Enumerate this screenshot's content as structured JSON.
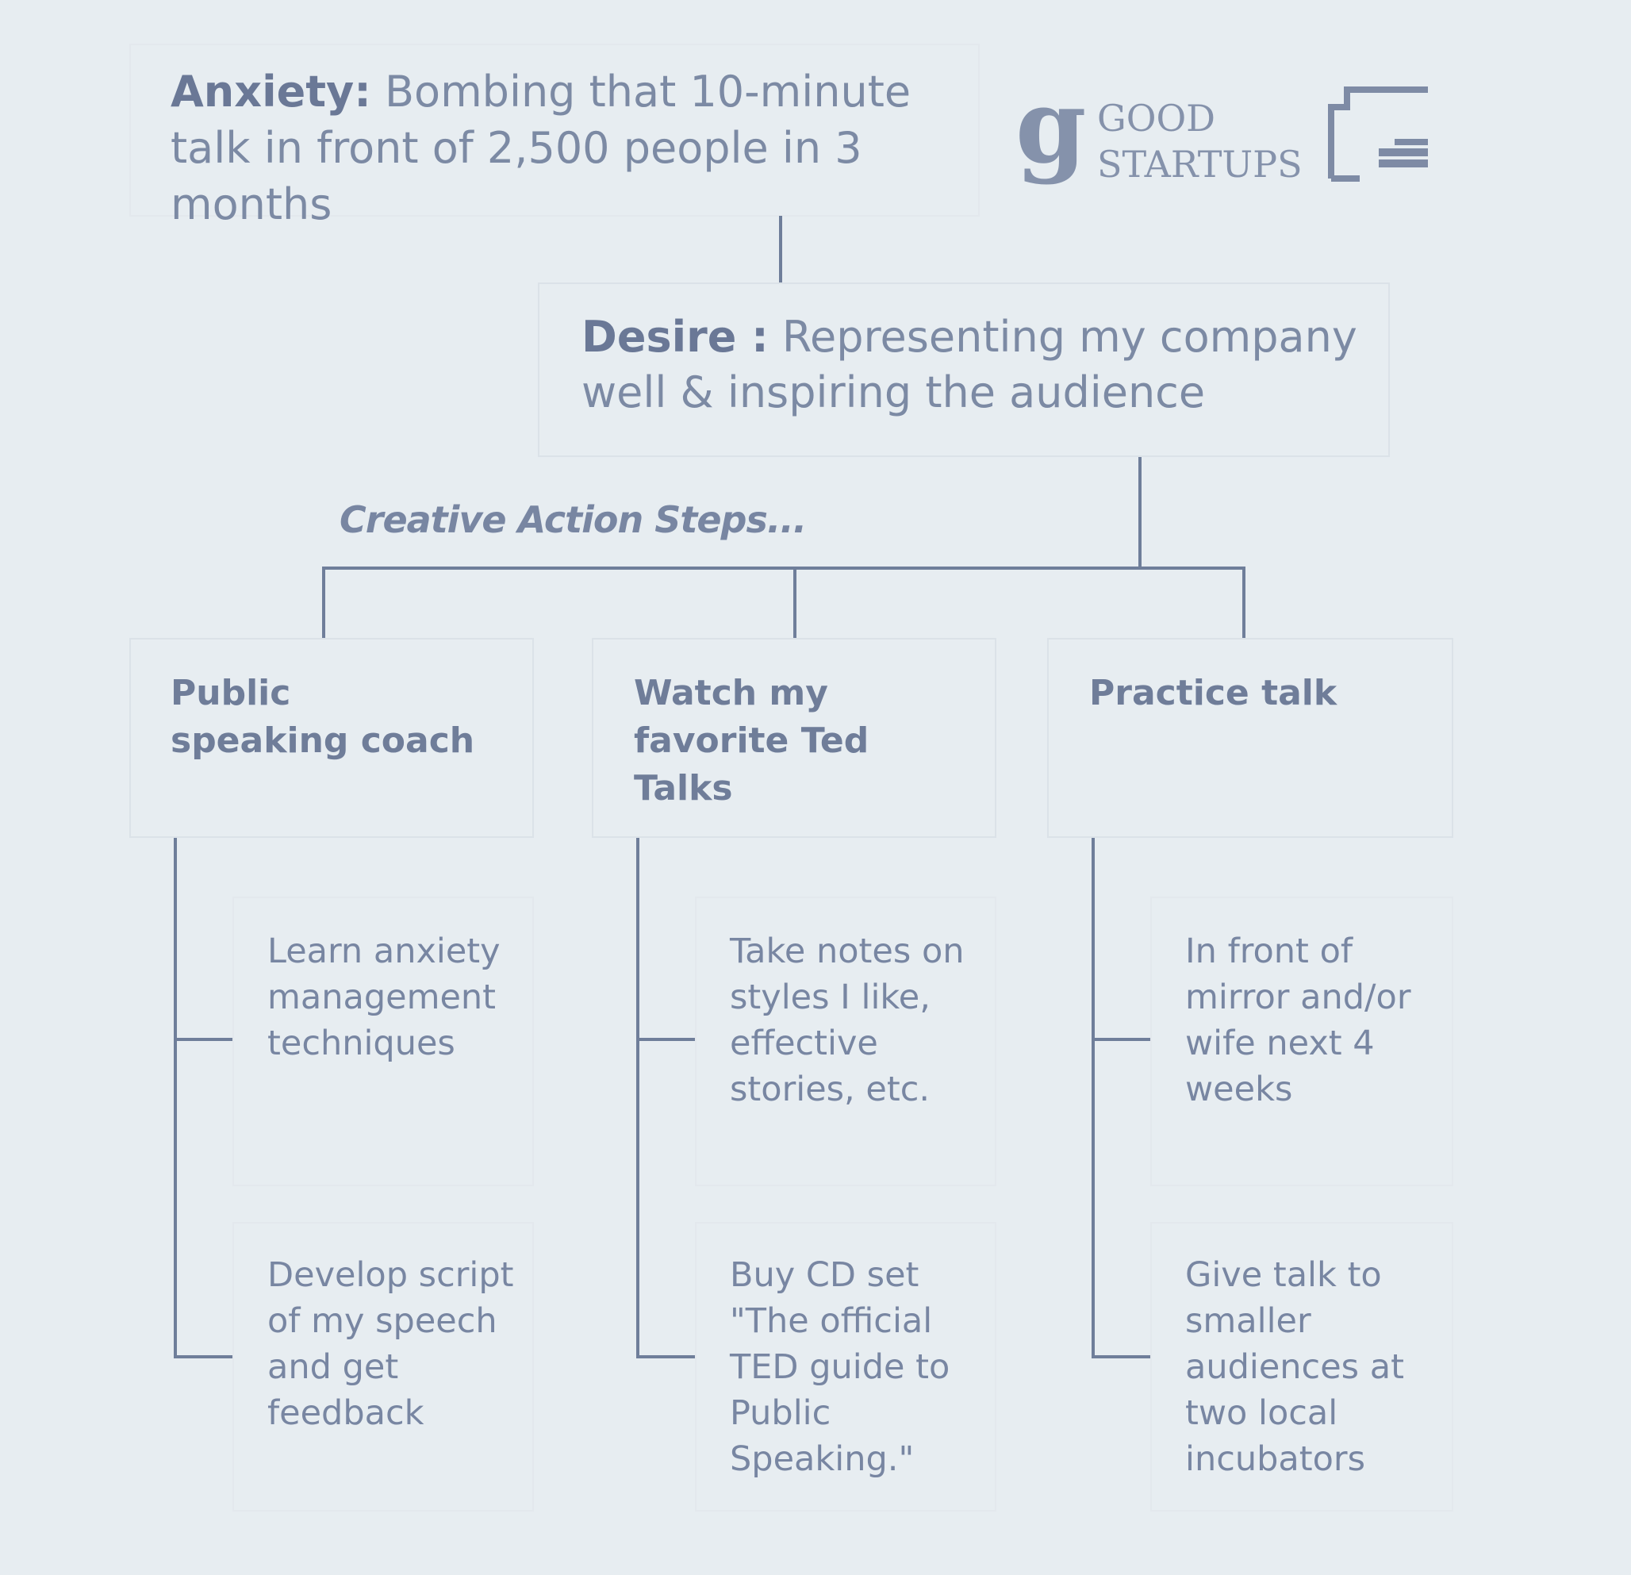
{
  "header": {
    "anxiety_label": "Anxiety:",
    "anxiety_text": "Bombing that 10-minute talk in front of 2,500 people in 3 months",
    "logo": {
      "mark": "g",
      "line1": "GOOD",
      "line2": "STARTUPS",
      "secondary_icon": "review-logo-icon"
    }
  },
  "desire": {
    "label": "Desire :",
    "text": "Representing my company well & inspiring the audience"
  },
  "section_label": "Creative Action Steps...",
  "branches": [
    {
      "title": "Public speaking coach",
      "steps": [
        "Learn anxiety management techniques",
        "Develop script of my speech and get feedback"
      ]
    },
    {
      "title": "Watch my favorite Ted Talks",
      "steps": [
        "Take notes on styles I like, effective stories, etc.",
        "Buy CD set \"The official TED guide to Public Speaking.\""
      ]
    },
    {
      "title": "Practice talk",
      "steps": [
        "In front of mirror and/or wife next 4 weeks",
        "Give talk to smaller audiences at two local incubators"
      ]
    }
  ],
  "colors": {
    "background": "#e7edf1",
    "line": "#6f7e9a",
    "text": "#7886a2"
  }
}
